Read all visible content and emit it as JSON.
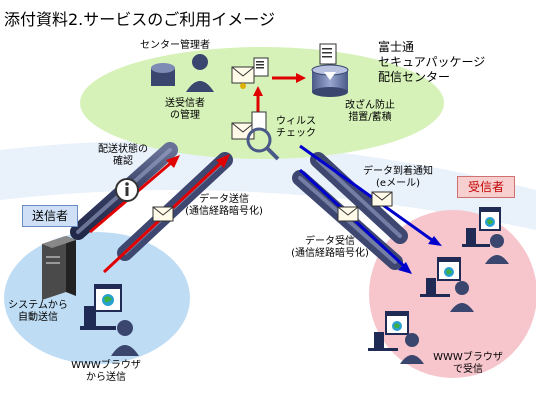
{
  "title": "添付資料2.サービスのご利用イメージ",
  "center": {
    "admin_label": "センター管理者",
    "org_lines": [
      "富士通",
      "セキュアパッケージ",
      "配信センター"
    ],
    "manage_lines": [
      "送受信者",
      "の管理"
    ],
    "virus_lines": [
      "ウィルス",
      "チェック"
    ],
    "store_lines": [
      "改ざん防止",
      "措置/蓄積"
    ]
  },
  "sender": {
    "box_label": "送信者",
    "system_lines": [
      "システムから",
      "自動送信"
    ],
    "browser_lines": [
      "WWWブラウザ",
      "から送信"
    ]
  },
  "receiver": {
    "box_label": "受信者",
    "browser_lines": [
      "WWWブラウザ",
      "で受信"
    ]
  },
  "flows": {
    "status_lines": [
      "配送状態の",
      "確認"
    ],
    "send_lines": [
      "データ送信",
      "(通信経路暗号化)"
    ],
    "notify_lines": [
      "データ到着通知",
      "(eメール)"
    ],
    "receive_lines": [
      "データ受信",
      "(通信経路暗号化)"
    ]
  },
  "colors": {
    "center_ellipse": "#d6f2b8",
    "sender_ellipse": "#bfdcf5",
    "receiver_ellipse": "#f6c6cc",
    "arrow_red": "#e00000",
    "arrow_blue": "#0000cc",
    "pipe": "#46507a"
  }
}
